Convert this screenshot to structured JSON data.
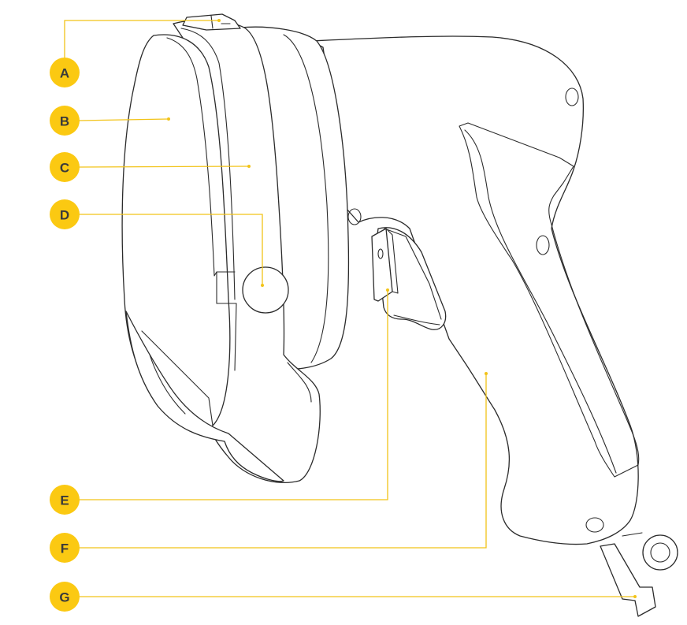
{
  "colors": {
    "accent": "#fbc912",
    "leader": "#f2c318",
    "outline": "#2b2b2b",
    "label_text": "#3a3a3a"
  },
  "labels": [
    {
      "id": "A",
      "text": "A"
    },
    {
      "id": "B",
      "text": "B"
    },
    {
      "id": "C",
      "text": "C"
    },
    {
      "id": "D",
      "text": "D"
    },
    {
      "id": "E",
      "text": "E"
    },
    {
      "id": "F",
      "text": "F"
    },
    {
      "id": "G",
      "text": "G"
    }
  ]
}
